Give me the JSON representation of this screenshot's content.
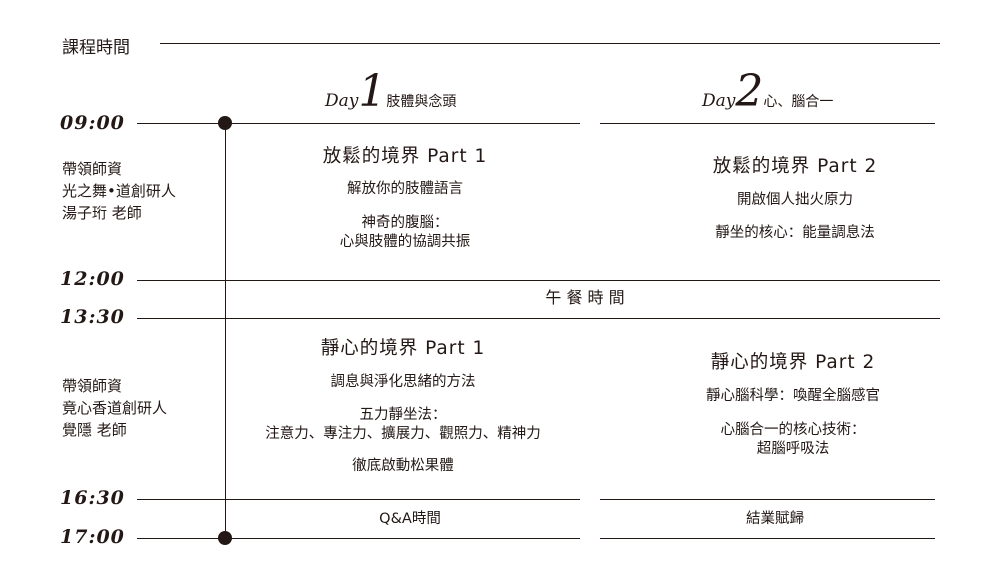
{
  "title": "課程時間",
  "days": [
    {
      "word": "Day",
      "number": "1",
      "subtitle": "肢體與念頭"
    },
    {
      "word": "Day",
      "number": "2",
      "subtitle": "心、腦合一"
    }
  ],
  "times": [
    "09:00",
    "12:00",
    "13:30",
    "16:30",
    "17:00"
  ],
  "teachers": [
    {
      "label": "帶領師資",
      "org": "光之舞•道創研人",
      "name": "湯子珩 老師"
    },
    {
      "label": "帶領師資",
      "org": "竟心香道創研人",
      "name": "覺隱 老師"
    }
  ],
  "morning": {
    "day1": {
      "title": "放鬆的境界 Part 1",
      "items": [
        "解放你的肢體語言",
        "神奇的腹腦：",
        "心與肢體的協調共振"
      ]
    },
    "day2": {
      "title": "放鬆的境界 Part 2",
      "items": [
        "開啟個人拙火原力",
        "靜坐的核心：能量調息法"
      ]
    }
  },
  "lunch": "午 餐 時 間",
  "afternoon": {
    "day1": {
      "title": "靜心的境界 Part 1",
      "items": [
        "調息與淨化思緒的方法",
        "五力靜坐法：",
        "注意力、專注力、擴展力、觀照力、精神力",
        "徹底啟動松果體"
      ]
    },
    "day2": {
      "title": "靜心的境界 Part 2",
      "items": [
        "靜心腦科學：喚醒全腦感官",
        "心腦合一的核心技術：",
        "超腦呼吸法"
      ]
    }
  },
  "closing": {
    "day1": "Q&A時間",
    "day2": "結業賦歸"
  }
}
